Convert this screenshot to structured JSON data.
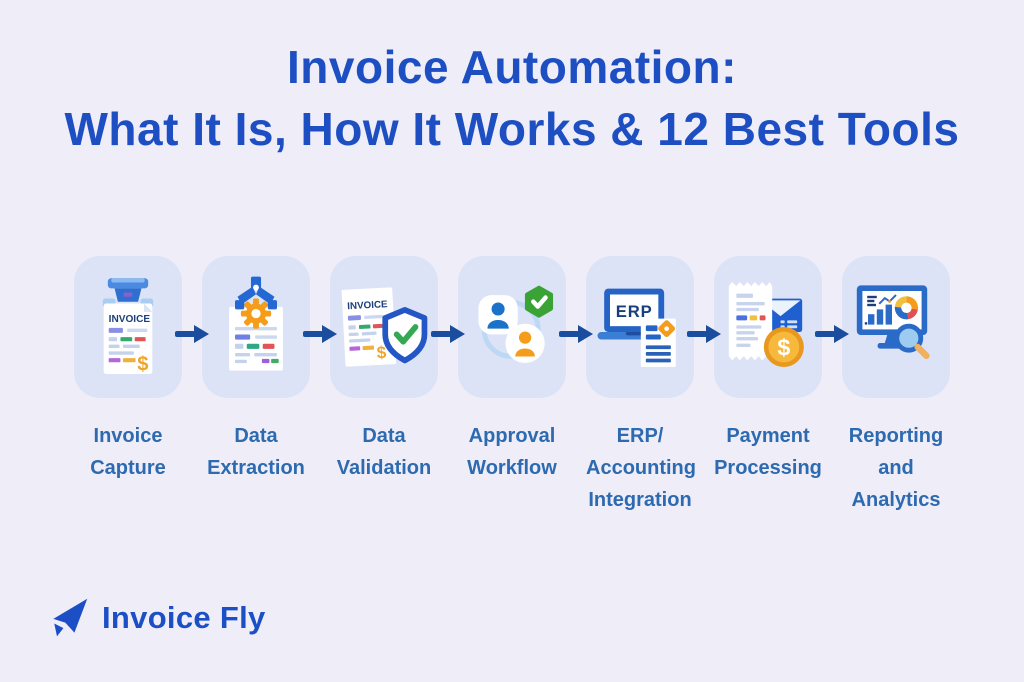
{
  "page": {
    "background_color": "#eeedf8"
  },
  "title": {
    "line1": "Invoice Automation:",
    "line2": "What It Is, How It Works & 12 Best Tools",
    "color": "#1d4fc3"
  },
  "workflow": {
    "tile_color": "#dce3f6",
    "label_color": "#2d6ab0",
    "arrow_color": "#1b4d9e",
    "steps": [
      {
        "label": "Invoice Capture",
        "lines": [
          "Invoice",
          "Capture"
        ],
        "icon": "invoice-capture-icon",
        "doc_title": "INVOICE",
        "currency_symbol": "$"
      },
      {
        "label": "Data Extraction",
        "lines": [
          "Data",
          "Extraction"
        ],
        "icon": "data-extraction-icon"
      },
      {
        "label": "Data Validation",
        "lines": [
          "Data",
          "Validation"
        ],
        "icon": "data-validation-icon",
        "doc_title": "INVOICE",
        "currency_symbol": "$"
      },
      {
        "label": "Approval Workflow",
        "lines": [
          "Approval",
          "Workflow"
        ],
        "icon": "approval-workflow-icon"
      },
      {
        "label": "ERP/ Accounting Integration",
        "lines": [
          "ERP/",
          "Accounting",
          "Integration"
        ],
        "icon": "erp-integration-icon",
        "screen_text": "ERP"
      },
      {
        "label": "Payment Processing",
        "lines": [
          "Payment",
          "Processing"
        ],
        "icon": "payment-processing-icon",
        "currency_symbol": "$"
      },
      {
        "label": "Reporting and Analytics",
        "lines": [
          "Reporting",
          "and",
          "Analytics"
        ],
        "icon": "reporting-analytics-icon"
      }
    ]
  },
  "logo": {
    "text": "Invoice Fly",
    "icon": "paper-plane-icon",
    "color": "#1c4fc6"
  }
}
